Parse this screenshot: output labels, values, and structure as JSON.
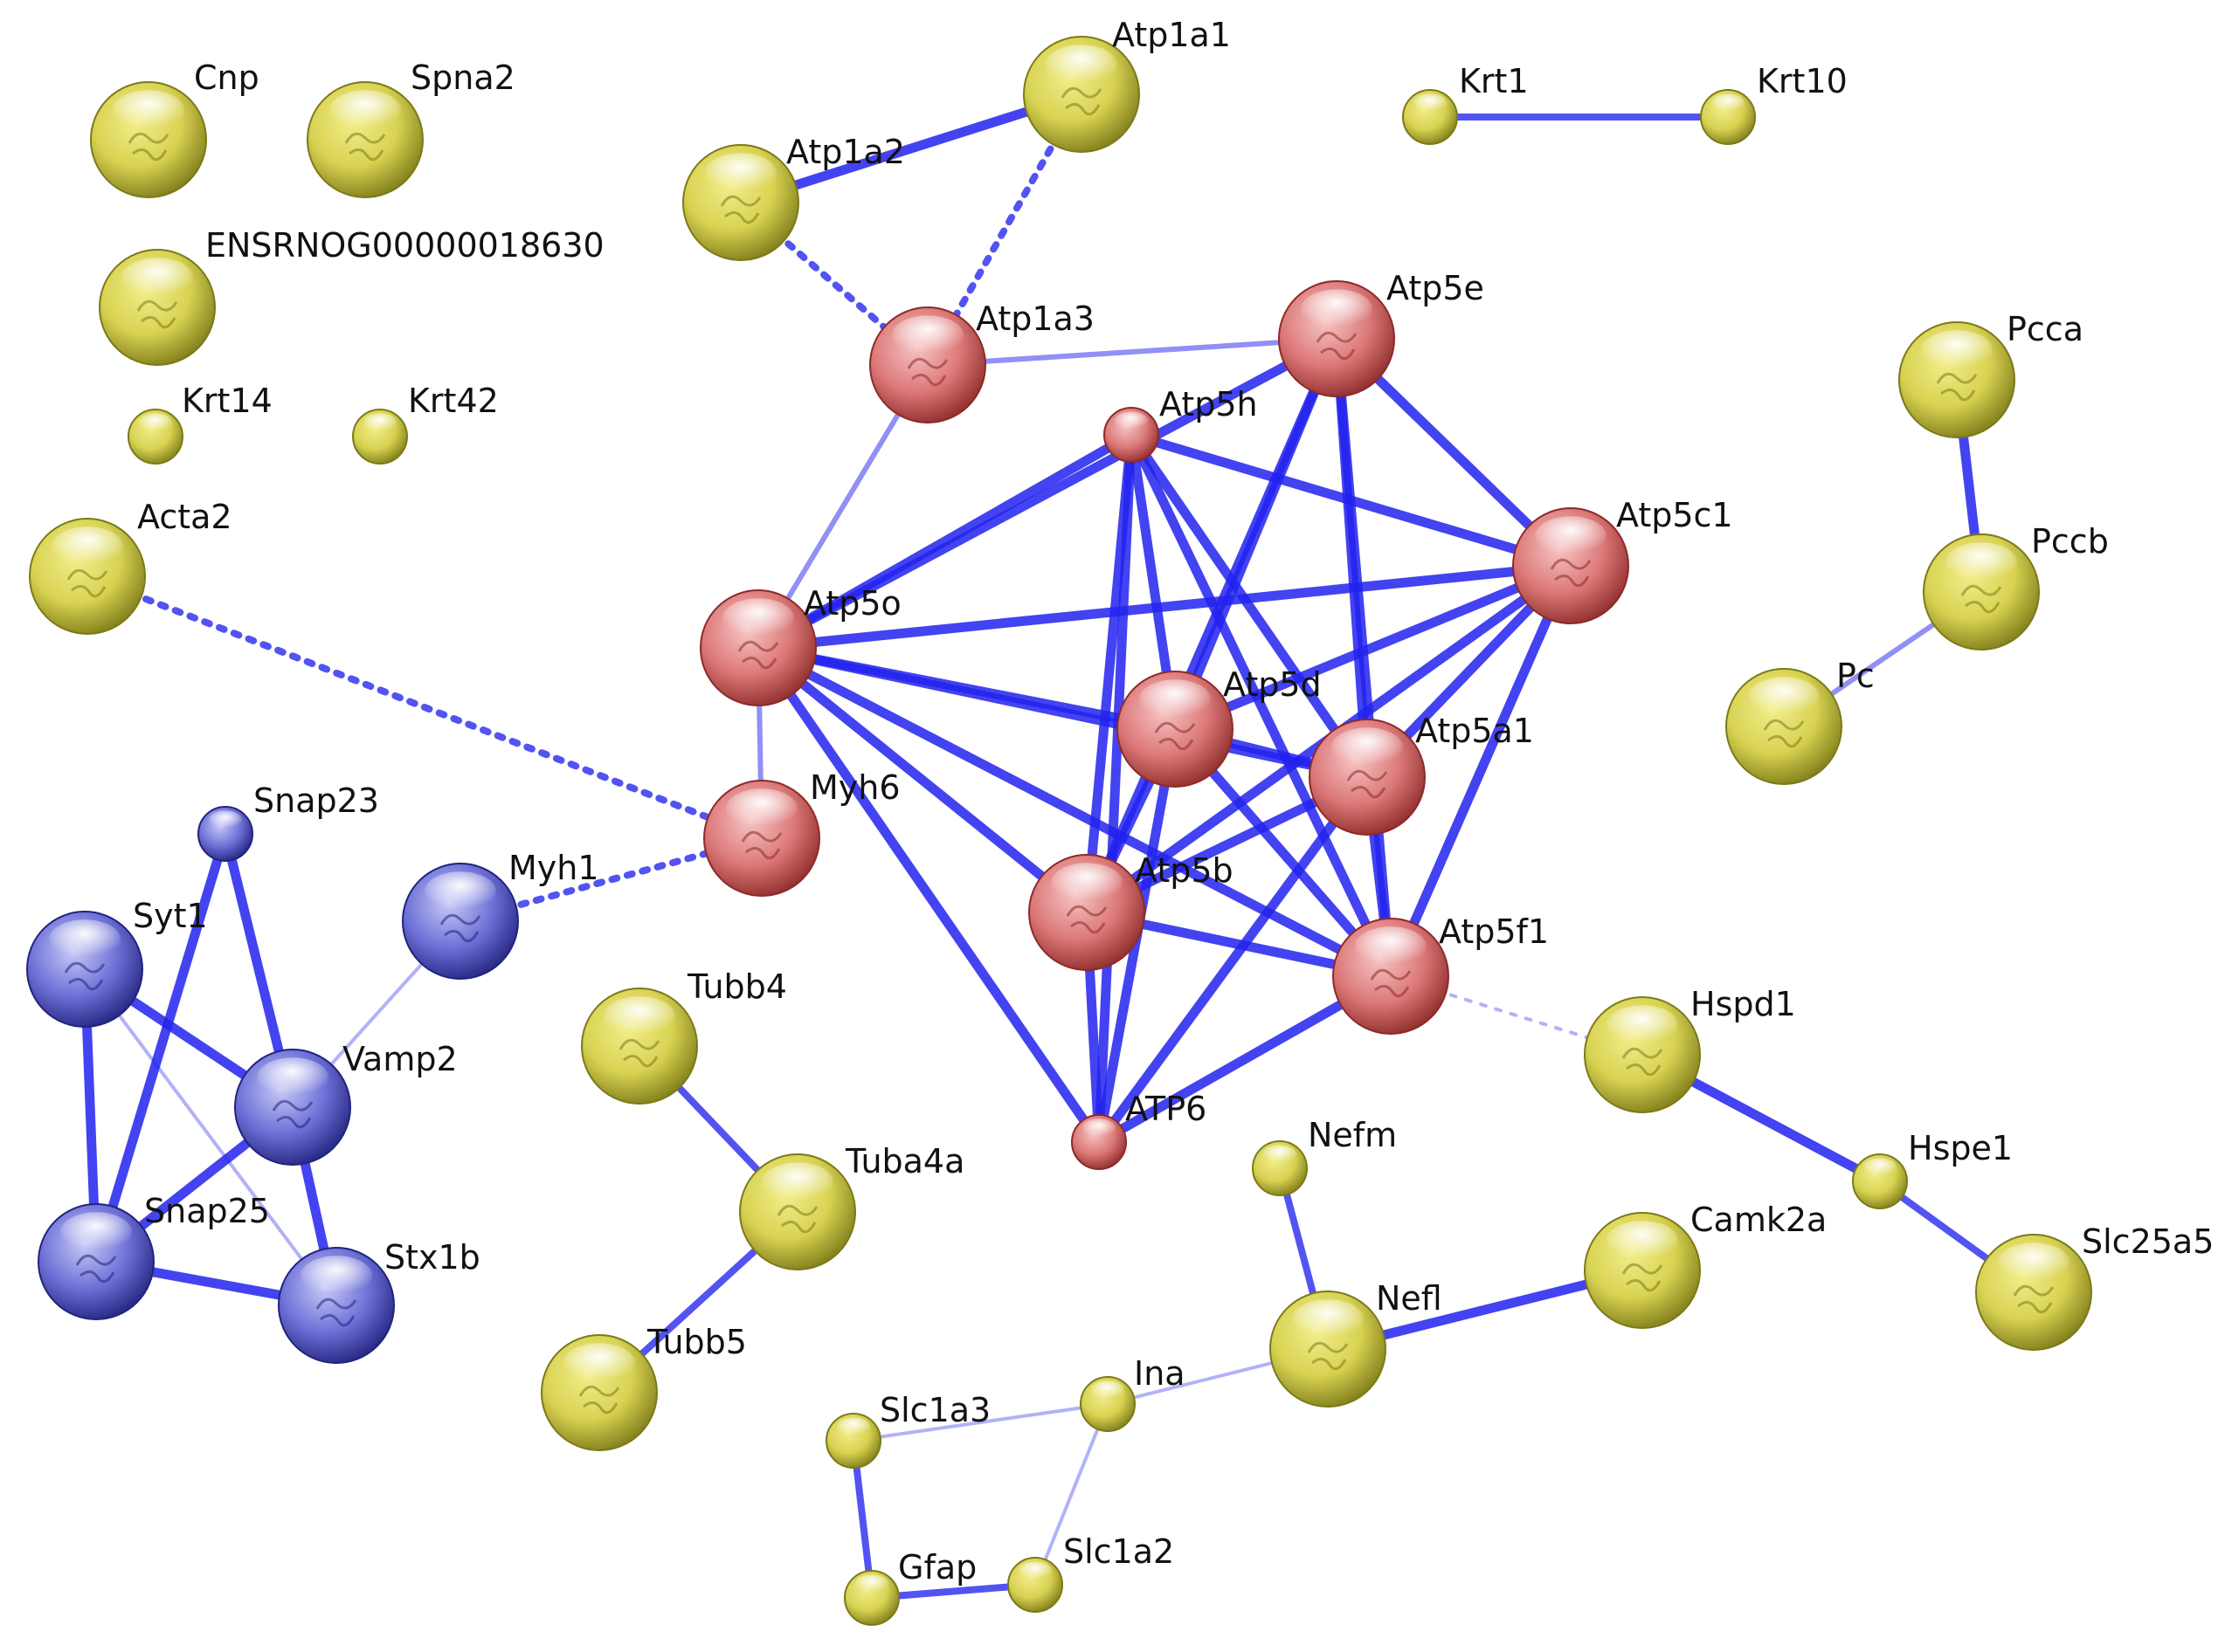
{
  "network": {
    "groups": {
      "yellow": {
        "base": "#f2ee8a",
        "mid": "#d8d252",
        "dark": "#7c7a18"
      },
      "red": {
        "base": "#f7c4c4",
        "mid": "#dc7878",
        "dark": "#8c2a2a"
      },
      "blue": {
        "base": "#c7c9f6",
        "mid": "#6d70d6",
        "dark": "#22237e"
      }
    },
    "edge_color": "#2222ee",
    "nodes": [
      {
        "id": "Cnp",
        "label": "Cnp",
        "group": "yellow",
        "size": "large"
      },
      {
        "id": "Spna2",
        "label": "Spna2",
        "group": "yellow",
        "size": "large"
      },
      {
        "id": "ENSRNOG00000018630",
        "label": "ENSRNOG00000018630",
        "group": "yellow",
        "size": "large"
      },
      {
        "id": "Krt14",
        "label": "Krt14",
        "group": "yellow",
        "size": "small"
      },
      {
        "id": "Krt42",
        "label": "Krt42",
        "group": "yellow",
        "size": "small"
      },
      {
        "id": "Acta2",
        "label": "Acta2",
        "group": "yellow",
        "size": "large"
      },
      {
        "id": "Atp1a1",
        "label": "Atp1a1",
        "group": "yellow",
        "size": "large"
      },
      {
        "id": "Atp1a2",
        "label": "Atp1a2",
        "group": "yellow",
        "size": "large"
      },
      {
        "id": "Krt1",
        "label": "Krt1",
        "group": "yellow",
        "size": "small"
      },
      {
        "id": "Krt10",
        "label": "Krt10",
        "group": "yellow",
        "size": "small"
      },
      {
        "id": "Atp1a3",
        "label": "Atp1a3",
        "group": "red",
        "size": "large"
      },
      {
        "id": "Atp5e",
        "label": "Atp5e",
        "group": "red",
        "size": "large"
      },
      {
        "id": "Atp5h",
        "label": "Atp5h",
        "group": "red",
        "size": "small"
      },
      {
        "id": "Atp5c1",
        "label": "Atp5c1",
        "group": "red",
        "size": "large"
      },
      {
        "id": "Atp5o",
        "label": "Atp5o",
        "group": "red",
        "size": "large"
      },
      {
        "id": "Atp5d",
        "label": "Atp5d",
        "group": "red",
        "size": "large"
      },
      {
        "id": "Atp5a1",
        "label": "Atp5a1",
        "group": "red",
        "size": "large"
      },
      {
        "id": "Myh6",
        "label": "Myh6",
        "group": "red",
        "size": "large"
      },
      {
        "id": "Atp5b",
        "label": "Atp5b",
        "group": "red",
        "size": "large"
      },
      {
        "id": "Atp5f1",
        "label": "Atp5f1",
        "group": "red",
        "size": "large"
      },
      {
        "id": "ATP6",
        "label": "ATP6",
        "group": "red",
        "size": "small"
      },
      {
        "id": "Pcca",
        "label": "Pcca",
        "group": "yellow",
        "size": "large"
      },
      {
        "id": "Pccb",
        "label": "Pccb",
        "group": "yellow",
        "size": "large"
      },
      {
        "id": "Pc",
        "label": "Pc",
        "group": "yellow",
        "size": "large"
      },
      {
        "id": "Snap23",
        "label": "Snap23",
        "group": "blue",
        "size": "small"
      },
      {
        "id": "Myh1",
        "label": "Myh1",
        "group": "blue",
        "size": "large"
      },
      {
        "id": "Syt1",
        "label": "Syt1",
        "group": "blue",
        "size": "large"
      },
      {
        "id": "Vamp2",
        "label": "Vamp2",
        "group": "blue",
        "size": "large"
      },
      {
        "id": "Snap25",
        "label": "Snap25",
        "group": "blue",
        "size": "large"
      },
      {
        "id": "Stx1b",
        "label": "Stx1b",
        "group": "blue",
        "size": "large"
      },
      {
        "id": "Tubb4",
        "label": "Tubb4",
        "group": "yellow",
        "size": "large"
      },
      {
        "id": "Tuba4a",
        "label": "Tuba4a",
        "group": "yellow",
        "size": "large"
      },
      {
        "id": "Tubb5",
        "label": "Tubb5",
        "group": "yellow",
        "size": "large"
      },
      {
        "id": "Hspd1",
        "label": "Hspd1",
        "group": "yellow",
        "size": "large"
      },
      {
        "id": "Hspe1",
        "label": "Hspe1",
        "group": "yellow",
        "size": "small"
      },
      {
        "id": "Slc25a5",
        "label": "Slc25a5",
        "group": "yellow",
        "size": "large"
      },
      {
        "id": "Nefm",
        "label": "Nefm",
        "group": "yellow",
        "size": "small"
      },
      {
        "id": "Camk2a",
        "label": "Camk2a",
        "group": "yellow",
        "size": "large"
      },
      {
        "id": "Nefl",
        "label": "Nefl",
        "group": "yellow",
        "size": "large"
      },
      {
        "id": "Ina",
        "label": "Ina",
        "group": "yellow",
        "size": "small"
      },
      {
        "id": "Slc1a3",
        "label": "Slc1a3",
        "group": "yellow",
        "size": "small"
      },
      {
        "id": "Slc1a2",
        "label": "Slc1a2",
        "group": "yellow",
        "size": "small"
      },
      {
        "id": "Gfap",
        "label": "Gfap",
        "group": "yellow",
        "size": "small"
      }
    ],
    "edges": [
      {
        "source": "Atp1a2",
        "target": "Atp1a1",
        "strength": "strong",
        "style": "solid"
      },
      {
        "source": "Atp1a1",
        "target": "Atp1a3",
        "strength": "medium",
        "style": "dotted"
      },
      {
        "source": "Atp1a2",
        "target": "Atp1a3",
        "strength": "medium",
        "style": "dotted"
      },
      {
        "source": "Krt1",
        "target": "Krt10",
        "strength": "medium",
        "style": "solid"
      },
      {
        "source": "Atp1a3",
        "target": "Atp5e",
        "strength": "weak",
        "style": "solid"
      },
      {
        "source": "Atp1a3",
        "target": "Atp5o",
        "strength": "weak",
        "style": "solid"
      },
      {
        "source": "Atp5o",
        "target": "Atp5e",
        "strength": "strong",
        "style": "solid"
      },
      {
        "source": "Atp5o",
        "target": "Atp5h",
        "strength": "strong",
        "style": "solid"
      },
      {
        "source": "Atp5o",
        "target": "Atp5c1",
        "strength": "strong",
        "style": "solid"
      },
      {
        "source": "Atp5o",
        "target": "Atp5d",
        "strength": "strong",
        "style": "solid"
      },
      {
        "source": "Atp5o",
        "target": "Atp5a1",
        "strength": "strong",
        "style": "solid"
      },
      {
        "source": "Atp5o",
        "target": "Atp5b",
        "strength": "strong",
        "style": "solid"
      },
      {
        "source": "Atp5o",
        "target": "Atp5f1",
        "strength": "strong",
        "style": "solid"
      },
      {
        "source": "Atp5o",
        "target": "ATP6",
        "strength": "strong",
        "style": "solid"
      },
      {
        "source": "Atp5o",
        "target": "Myh6",
        "strength": "weak",
        "style": "solid"
      },
      {
        "source": "Atp5h",
        "target": "Atp5c1",
        "strength": "strong",
        "style": "solid"
      },
      {
        "source": "Atp5h",
        "target": "Atp5d",
        "strength": "strong",
        "style": "solid"
      },
      {
        "source": "Atp5h",
        "target": "Atp5a1",
        "strength": "strong",
        "style": "solid"
      },
      {
        "source": "Atp5h",
        "target": "Atp5b",
        "strength": "strong",
        "style": "solid"
      },
      {
        "source": "Atp5h",
        "target": "Atp5f1",
        "strength": "strong",
        "style": "solid"
      },
      {
        "source": "Atp5h",
        "target": "ATP6",
        "strength": "strong",
        "style": "solid"
      },
      {
        "source": "Atp5e",
        "target": "Atp5c1",
        "strength": "strong",
        "style": "solid"
      },
      {
        "source": "Atp5e",
        "target": "Atp5d",
        "strength": "strong",
        "style": "solid"
      },
      {
        "source": "Atp5e",
        "target": "Atp5a1",
        "strength": "strong",
        "style": "solid"
      },
      {
        "source": "Atp5e",
        "target": "Atp5b",
        "strength": "strong",
        "style": "solid"
      },
      {
        "source": "Atp5e",
        "target": "Atp5f1",
        "strength": "strong",
        "style": "solid"
      },
      {
        "source": "Atp5c1",
        "target": "Atp5d",
        "strength": "strong",
        "style": "solid"
      },
      {
        "source": "Atp5c1",
        "target": "Atp5a1",
        "strength": "strong",
        "style": "solid"
      },
      {
        "source": "Atp5c1",
        "target": "Atp5b",
        "strength": "strong",
        "style": "solid"
      },
      {
        "source": "Atp5c1",
        "target": "Atp5f1",
        "strength": "strong",
        "style": "solid"
      },
      {
        "source": "Atp5d",
        "target": "Atp5a1",
        "strength": "strong",
        "style": "solid"
      },
      {
        "source": "Atp5d",
        "target": "Atp5b",
        "strength": "strong",
        "style": "solid"
      },
      {
        "source": "Atp5d",
        "target": "Atp5f1",
        "strength": "strong",
        "style": "solid"
      },
      {
        "source": "Atp5d",
        "target": "ATP6",
        "strength": "strong",
        "style": "solid"
      },
      {
        "source": "Atp5a1",
        "target": "Atp5b",
        "strength": "strong",
        "style": "solid"
      },
      {
        "source": "Atp5a1",
        "target": "Atp5f1",
        "strength": "strong",
        "style": "solid"
      },
      {
        "source": "Atp5a1",
        "target": "ATP6",
        "strength": "strong",
        "style": "solid"
      },
      {
        "source": "Atp5b",
        "target": "Atp5f1",
        "strength": "strong",
        "style": "solid"
      },
      {
        "source": "Atp5b",
        "target": "ATP6",
        "strength": "strong",
        "style": "solid"
      },
      {
        "source": "Atp5f1",
        "target": "ATP6",
        "strength": "strong",
        "style": "solid"
      },
      {
        "source": "Atp5f1",
        "target": "Hspd1",
        "strength": "faint",
        "style": "dotted"
      },
      {
        "source": "Acta2",
        "target": "Myh6",
        "strength": "medium",
        "style": "dotted"
      },
      {
        "source": "Myh1",
        "target": "Myh6",
        "strength": "medium",
        "style": "dotted"
      },
      {
        "source": "Myh1",
        "target": "Vamp2",
        "strength": "faint",
        "style": "solid"
      },
      {
        "source": "Pcca",
        "target": "Pccb",
        "strength": "strong",
        "style": "solid"
      },
      {
        "source": "Pccb",
        "target": "Pc",
        "strength": "weak",
        "style": "solid"
      },
      {
        "source": "Snap23",
        "target": "Vamp2",
        "strength": "strong",
        "style": "solid"
      },
      {
        "source": "Snap23",
        "target": "Snap25",
        "strength": "strong",
        "style": "solid"
      },
      {
        "source": "Syt1",
        "target": "Vamp2",
        "strength": "strong",
        "style": "solid"
      },
      {
        "source": "Syt1",
        "target": "Snap25",
        "strength": "strong",
        "style": "solid"
      },
      {
        "source": "Syt1",
        "target": "Stx1b",
        "strength": "faint",
        "style": "solid"
      },
      {
        "source": "Vamp2",
        "target": "Snap25",
        "strength": "strong",
        "style": "solid"
      },
      {
        "source": "Vamp2",
        "target": "Stx1b",
        "strength": "strong",
        "style": "solid"
      },
      {
        "source": "Snap25",
        "target": "Stx1b",
        "strength": "strong",
        "style": "solid"
      },
      {
        "source": "Tubb4",
        "target": "Tuba4a",
        "strength": "medium",
        "style": "solid"
      },
      {
        "source": "Tuba4a",
        "target": "Tubb5",
        "strength": "medium",
        "style": "solid"
      },
      {
        "source": "Hspd1",
        "target": "Hspe1",
        "strength": "strong",
        "style": "solid"
      },
      {
        "source": "Hspe1",
        "target": "Slc25a5",
        "strength": "medium",
        "style": "solid"
      },
      {
        "source": "Nefm",
        "target": "Nefl",
        "strength": "medium",
        "style": "solid"
      },
      {
        "source": "Nefl",
        "target": "Camk2a",
        "strength": "strong",
        "style": "solid"
      },
      {
        "source": "Nefl",
        "target": "Ina",
        "strength": "faint",
        "style": "solid"
      },
      {
        "source": "Ina",
        "target": "Slc1a3",
        "strength": "faint",
        "style": "solid"
      },
      {
        "source": "Ina",
        "target": "Slc1a2",
        "strength": "faint",
        "style": "solid"
      },
      {
        "source": "Slc1a3",
        "target": "Gfap",
        "strength": "medium",
        "style": "solid"
      },
      {
        "source": "Gfap",
        "target": "Slc1a2",
        "strength": "medium",
        "style": "solid"
      }
    ]
  }
}
